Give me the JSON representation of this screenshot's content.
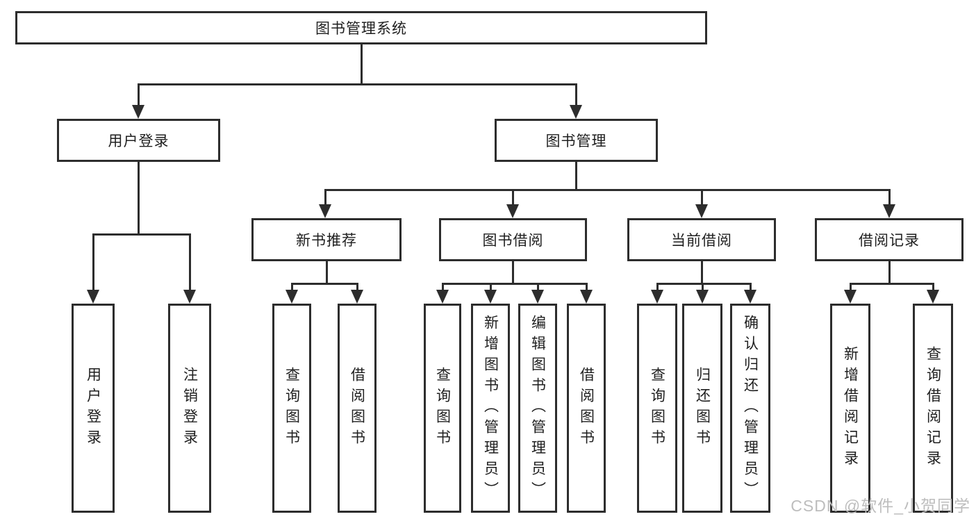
{
  "diagram": {
    "root": {
      "label": "图书管理系统"
    },
    "children": [
      {
        "label": "用户登录",
        "children": [
          {
            "label": "用户登录"
          },
          {
            "label": "注销登录"
          }
        ]
      },
      {
        "label": "图书管理",
        "children": [
          {
            "label": "新书推荐",
            "children": [
              {
                "label": "查询图书"
              },
              {
                "label": "借阅图书"
              }
            ]
          },
          {
            "label": "图书借阅",
            "children": [
              {
                "label": "查询图书"
              },
              {
                "label": "新增图书（管理员）"
              },
              {
                "label": "编辑图书（管理员）"
              },
              {
                "label": "借阅图书"
              }
            ]
          },
          {
            "label": "当前借阅",
            "children": [
              {
                "label": "查询图书"
              },
              {
                "label": "归还图书"
              },
              {
                "label": "确认归还（管理员）"
              }
            ]
          },
          {
            "label": "借阅记录",
            "children": [
              {
                "label": "新增借阅记录"
              },
              {
                "label": "查询借阅记录"
              }
            ]
          }
        ]
      }
    ]
  },
  "watermark": {
    "text": "CSDN @软件_小贺同学"
  },
  "colors": {
    "line": "#2d2d2d",
    "text": "#1f1f1f",
    "background": "#ffffff",
    "watermark": "#bdbdbd"
  }
}
